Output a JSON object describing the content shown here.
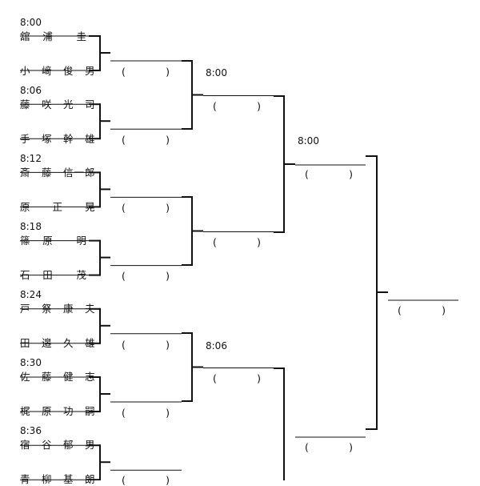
{
  "round1": [
    {
      "time": "8:00",
      "players": [
        "舘　浦　　圭",
        "小　﨑　俊　男"
      ]
    },
    {
      "time": "8:06",
      "players": [
        "藤　咲　光　司",
        "手　塚　幹　雄"
      ]
    },
    {
      "time": "8:12",
      "players": [
        "斎　藤　信一郎",
        "原　　正　　晃"
      ]
    },
    {
      "time": "8:18",
      "players": [
        "篠　原　　明",
        "石　田　　茂"
      ]
    },
    {
      "time": "8:24",
      "players": [
        "戸　祭　康　夫",
        "田　邉　久　雄"
      ]
    },
    {
      "time": "8:30",
      "players": [
        "佐　藤　健　志",
        "梶　原　功　嗣"
      ]
    },
    {
      "time": "8:36",
      "players": [
        "宿　谷　郁　男",
        "青　柳　基　朗"
      ]
    }
  ],
  "round2_times": [
    "8:00",
    "8:06"
  ],
  "round3_times": [
    "8:00"
  ],
  "score_paren": {
    "open": "(",
    "close": ")"
  }
}
